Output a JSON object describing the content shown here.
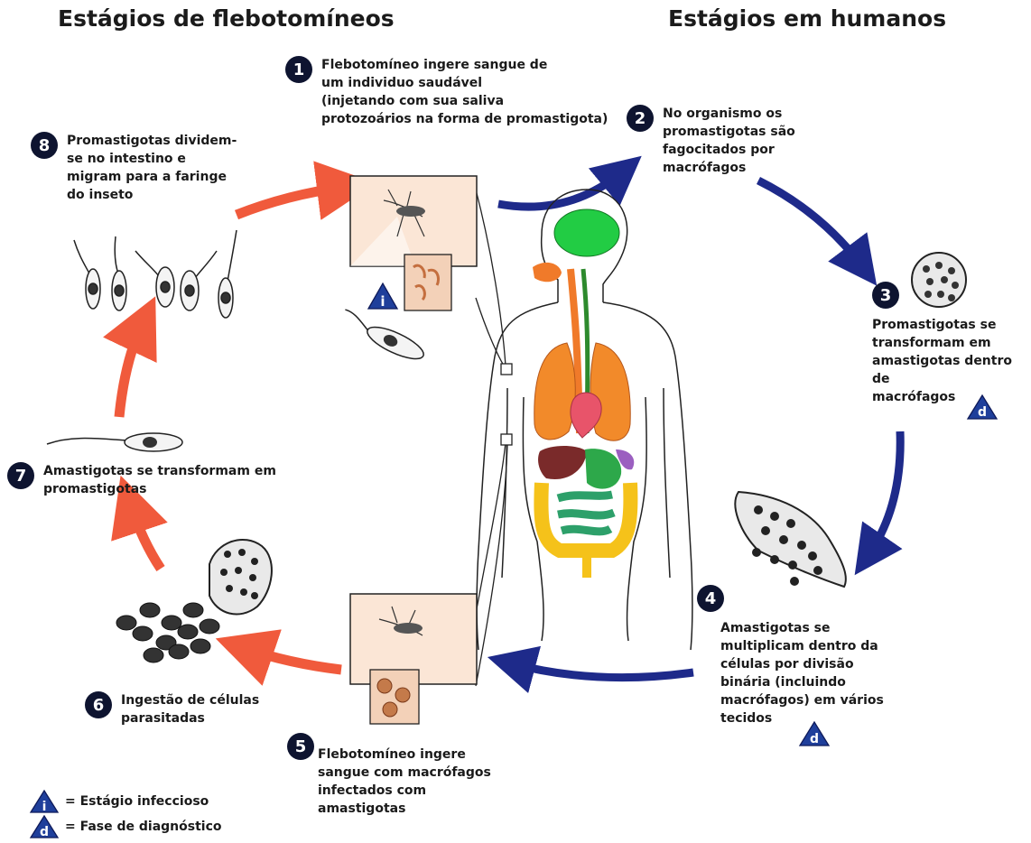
{
  "titles": {
    "sandfly": "Estágios de flebotomíneos",
    "human": "Estágios em humanos"
  },
  "steps": [
    {
      "number": "1",
      "text": "Flebotomíneo ingere sangue de\num individuo saudável\n(injetando com sua saliva\nprotozoários na forma de promastigota)"
    },
    {
      "number": "2",
      "text": "No organismo os\npromastigotas são\nfagocitados por\nmacrófagos"
    },
    {
      "number": "3",
      "text": "Promastigotas se\ntransformam em\namastigotas dentro de\nmacrófagos"
    },
    {
      "number": "4",
      "text": "Amastigotas se\nmultiplicam dentro da\ncélulas por divisão\nbinária (incluindo\nmacrófagos) em vários\ntecidos"
    },
    {
      "number": "5",
      "text": "Flebotomíneo ingere\nsangue com macrófagos\ninfectados com\namastigotas"
    },
    {
      "number": "6",
      "text": "Ingestão de células\nparasitadas"
    },
    {
      "number": "7",
      "text": "Amastigotas se transformam em\npromastigotas"
    },
    {
      "number": "8",
      "text": "Promastigotas dividem-\nse no intestino e\nmigram para a faringe\ndo inseto"
    }
  ],
  "badges": {
    "infective_letter": "i",
    "diagnostic_letter": "d"
  },
  "legend": {
    "infective": {
      "letter": "i",
      "label": "= Estágio infeccioso"
    },
    "diagnostic": {
      "letter": "d",
      "label": "= Fase de diagnóstico"
    }
  },
  "colors": {
    "human_arrows": "#1e2a8a",
    "sandfly_arrows": "#f05a3c",
    "badge_blue": "#1f3f9b",
    "number_circle": "#0e1430"
  }
}
